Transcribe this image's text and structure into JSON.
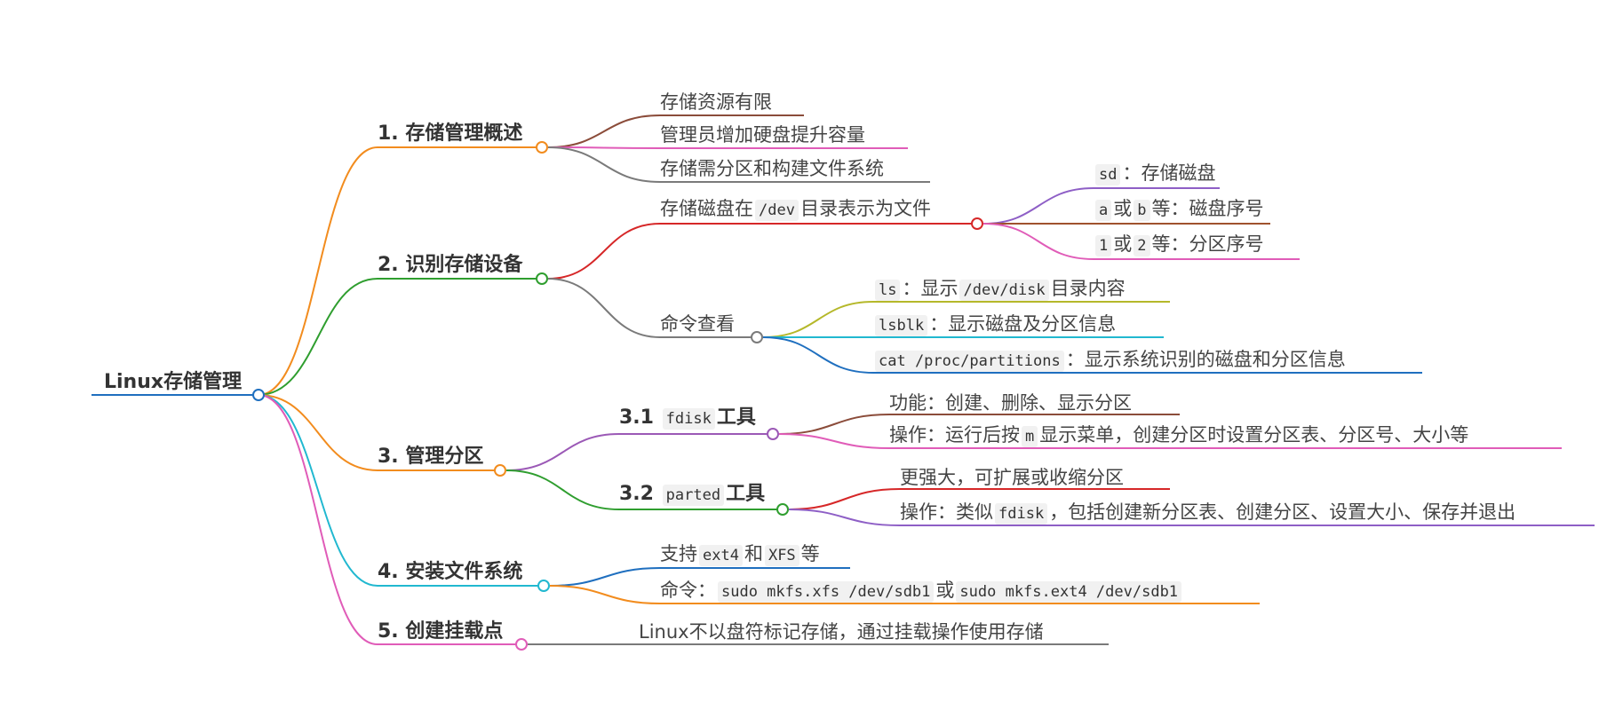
{
  "root": {
    "label": "Linux存储管理",
    "color": "#1f6fbf"
  },
  "branches": [
    {
      "id": "b1",
      "title": "1. 存储管理概述",
      "color": "#f28c1e",
      "children": [
        {
          "text": "存储资源有限",
          "color": "#8b4c3a"
        },
        {
          "text": "管理员增加硬盘提升容量",
          "color": "#e05cb8"
        },
        {
          "text": "存储需分区和构建文件系统",
          "color": "#7a7a7a"
        }
      ]
    },
    {
      "id": "b2",
      "title": "2. 识别存储设备",
      "color": "#2f9e2f",
      "children": [
        {
          "text_before": "存储磁盘在",
          "code": "/dev",
          "text_after": "目录表示为文件",
          "color": "#d62728",
          "children": [
            {
              "code": "sd",
              "text": "：存储磁盘",
              "color": "#8e5fc6"
            },
            {
              "code": "a",
              "mid": "或",
              "code2": "b",
              "text": "等：磁盘序号",
              "color": "#a0522d"
            },
            {
              "code": "1",
              "mid": "或",
              "code2": "2",
              "text": "等：分区序号",
              "color": "#e05cb8"
            }
          ]
        },
        {
          "text": "命令查看",
          "color": "#7a7a7a",
          "children": [
            {
              "code": "ls",
              "text_mid": "：显示",
              "code2": "/dev/disk",
              "text": "目录内容",
              "color": "#b5b82a"
            },
            {
              "code": "lsblk",
              "text": "：显示磁盘及分区信息",
              "color": "#21b8d0"
            },
            {
              "code": "cat /proc/partitions",
              "text": "：显示系统识别的磁盘和分区信息",
              "color": "#1f6fbf"
            }
          ]
        }
      ]
    },
    {
      "id": "b3",
      "title": "3. 管理分区",
      "color": "#f28c1e",
      "children": [
        {
          "prefix": "3.1",
          "code": "fdisk",
          "suffix": "工具",
          "color": "#9b59b6",
          "children": [
            {
              "text": "功能：创建、删除、显示分区",
              "color": "#8b4c3a"
            },
            {
              "text_before": "操作：运行后按",
              "code": "m",
              "text_after": "显示菜单，创建分区时设置分区表、分区号、大小等",
              "color": "#e05cb8"
            }
          ]
        },
        {
          "prefix": "3.2",
          "code": "parted",
          "suffix": "工具",
          "color": "#2f9e2f",
          "children": [
            {
              "text": "更强大，可扩展或收缩分区",
              "color": "#d62728"
            },
            {
              "text_before": "操作：类似",
              "code": "fdisk",
              "text_after": "，包括创建新分区表、创建分区、设置大小、保存并退出",
              "color": "#8e5fc6"
            }
          ]
        }
      ]
    },
    {
      "id": "b4",
      "title": "4. 安装文件系统",
      "color": "#21b8d0",
      "children": [
        {
          "text_before": "支持",
          "code": "ext4",
          "mid": "和",
          "code2": "XFS",
          "text_after": "等",
          "color": "#1f6fbf"
        },
        {
          "text_before": "命令：",
          "code": "sudo mkfs.xfs /dev/sdb1",
          "mid": "或",
          "code2": "sudo mkfs.ext4 /dev/sdb1",
          "color": "#f28c1e"
        }
      ]
    },
    {
      "id": "b5",
      "title": "5. 创建挂载点",
      "color": "#e05cb8",
      "children": [
        {
          "text": "Linux不以盘符标记存储，通过挂载操作使用存储",
          "color": "#7a7a7a"
        }
      ]
    }
  ]
}
